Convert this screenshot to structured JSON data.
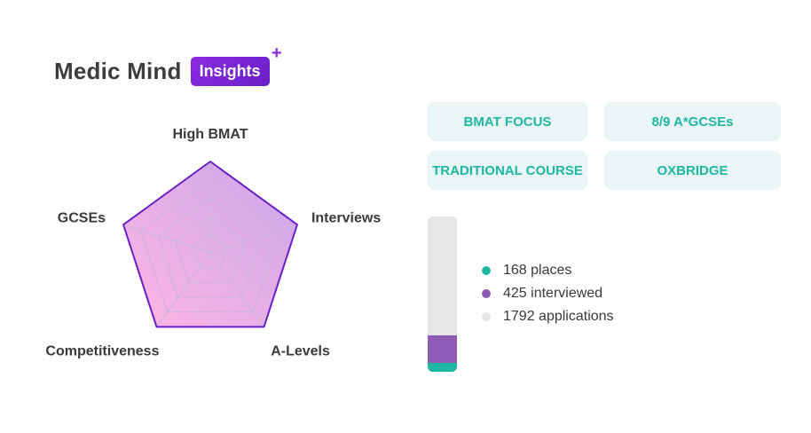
{
  "brand": {
    "name": "Medic Mind",
    "badge": "Insights",
    "plus": "+"
  },
  "colors": {
    "purple": "#7b2fd6",
    "teal": "#1fb6a3",
    "grey": "#e6e6e6",
    "violet": "#8e5bb5"
  },
  "tags": [
    {
      "label": "BMAT FOCUS"
    },
    {
      "label": "8/9 A*GCSEs"
    },
    {
      "label": "TRADITIONAL COURSE"
    },
    {
      "label": "OXBRIDGE"
    }
  ],
  "chart_data": [
    {
      "type": "radar",
      "axes": [
        "High BMAT",
        "Interviews",
        "A-Levels",
        "Competitiveness",
        "GCSEs"
      ],
      "values": [
        5,
        5,
        5,
        5,
        5
      ],
      "max": 5,
      "rings": 5
    },
    {
      "type": "bar",
      "orientation": "vertical-stacked",
      "categories": [
        "places",
        "interviewed",
        "applications"
      ],
      "values": [
        168,
        425,
        1792
      ],
      "labels": [
        "168 places",
        "425 interviewed",
        "1792 applications"
      ],
      "colors": [
        "#1fb6a3",
        "#8e5bb5",
        "#e6e6e6"
      ]
    }
  ]
}
